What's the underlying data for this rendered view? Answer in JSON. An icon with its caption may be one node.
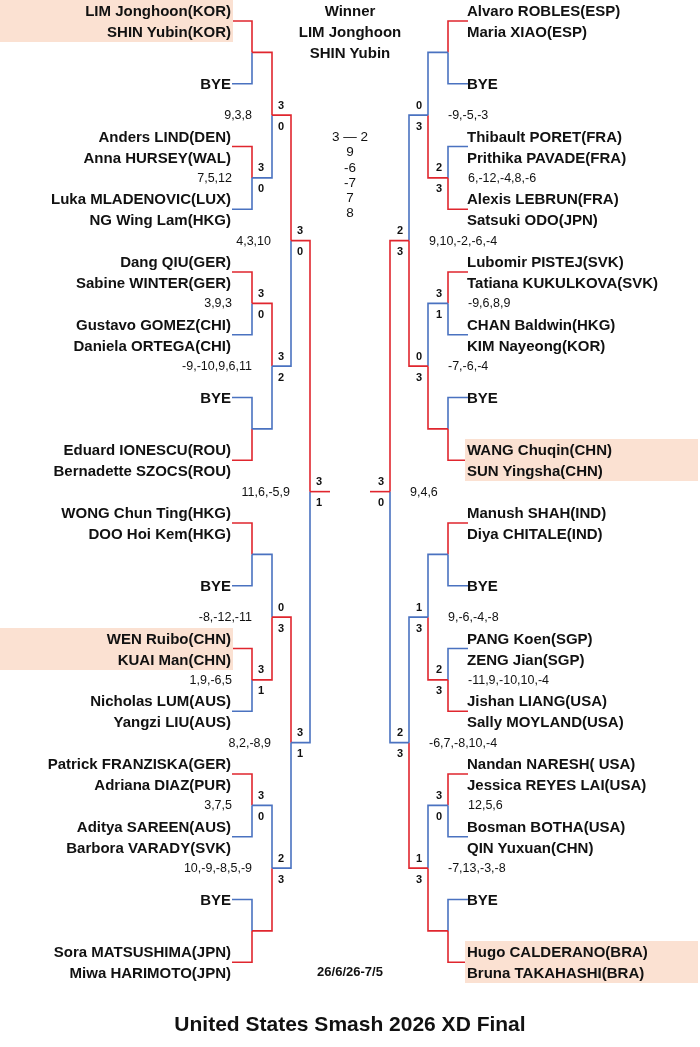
{
  "diagram": {
    "title": "United States Smash 2026 XD Final",
    "nodes": [
      {
        "text": [
          "LIM Jonghoon(KOR)",
          "SHIN Yubin(KOR)"
        ]
      },
      {
        "text": [
          "BYE"
        ]
      },
      {
        "text": [
          "Anders LIND(DEN)",
          "Anna HURSEY(WAL)"
        ]
      },
      {
        "text": [
          "Luka MLADENOVIC(LUX)",
          "NG Wing Lam(HKG)"
        ]
      },
      {
        "text": [
          "Dang QIU(GER)",
          "Sabine WINTER(GER)"
        ]
      },
      {
        "text": [
          "Gustavo GOMEZ(CHI)",
          "Daniela ORTEGA(CHI)"
        ]
      },
      {
        "text": [
          "BYE"
        ]
      },
      {
        "text": [
          "Eduard IONESCU(ROU)",
          "Bernadette SZOCS(ROU)"
        ]
      },
      {
        "text": [
          "WONG Chun Ting(HKG)",
          "DOO Hoi Kem(HKG)"
        ]
      },
      {
        "text": [
          "BYE"
        ]
      },
      {
        "text": [
          "WEN Ruibo(CHN)",
          "KUAI Man(CHN)"
        ]
      },
      {
        "text": [
          "Nicholas LUM(AUS)",
          "Yangzi LIU(AUS)"
        ]
      },
      {
        "text": [
          "Patrick FRANZISKA(GER)",
          "Adriana DIAZ(PUR)"
        ]
      },
      {
        "text": [
          "Aditya SAREEN(AUS)",
          "Barbora VARADY(SVK)"
        ]
      },
      {
        "text": [
          "BYE"
        ]
      },
      {
        "text": [
          "Sora MATSUSHIMA(JPN)",
          "Miwa HARIMOTO(JPN)"
        ]
      },
      {
        "text": [
          "Alvaro ROBLES(ESP)",
          "Maria XIAO(ESP)"
        ]
      },
      {
        "text": [
          "BYE"
        ]
      },
      {
        "text": [
          "Thibault PORET(FRA)",
          "Prithika PAVADE(FRA)"
        ]
      },
      {
        "text": [
          "Alexis LEBRUN(FRA)",
          "Satsuki ODO(JPN)"
        ]
      },
      {
        "text": [
          "Lubomir PISTEJ(SVK)",
          "Tatiana KUKULKOVA(SVK)"
        ]
      },
      {
        "text": [
          "CHAN Baldwin(HKG)",
          "KIM Nayeong(KOR)"
        ]
      },
      {
        "text": [
          "BYE"
        ]
      },
      {
        "text": [
          "WANG Chuqin(CHN)",
          "SUN Yingsha(CHN)"
        ]
      },
      {
        "text": [
          "Manush SHAH(IND)",
          "Diya CHITALE(IND)"
        ]
      },
      {
        "text": [
          "BYE"
        ]
      },
      {
        "text": [
          "PANG Koen(SGP)",
          "ZENG Jian(SGP)"
        ]
      },
      {
        "text": [
          "Jishan LIANG(USA)",
          "Sally MOYLAND(USA)"
        ]
      },
      {
        "text": [
          "Nandan NARESH( USA)",
          "Jessica REYES LAI(USA)"
        ]
      },
      {
        "text": [
          "Bosman BOTHA(USA)",
          "QIN Yuxuan(CHN)"
        ]
      },
      {
        "text": [
          "BYE"
        ]
      },
      {
        "text": [
          "Hugo CALDERANO(BRA)",
          "Bruna TAKAHASHI(BRA)"
        ]
      }
    ],
    "labels": [
      "Winner",
      "LIM Jonghoon",
      "SHIN Yubin",
      "3 — 2",
      "9",
      "-6",
      "-7",
      "7",
      "8",
      "3",
      "0",
      "7,5,12",
      "3",
      "0",
      "3,9,3",
      "3",
      "1",
      "1,9,-6,5",
      "3",
      "0",
      "3,7,5",
      "3",
      "0",
      "9,3,8",
      "3",
      "2",
      "-9,-10,9,6,11",
      "0",
      "3",
      "-8,-12,-11",
      "2",
      "3",
      "10,-9,-8,5,-9",
      "3",
      "0",
      "4,3,10",
      "3",
      "1",
      "8,2,-8,9",
      "3",
      "1",
      "11,6,-5,9",
      "2",
      "3",
      "6,-12,-4,8,-6",
      "3",
      "1",
      "-9,6,8,9",
      "2",
      "3",
      "-11,9,-10,10,-4",
      "3",
      "0",
      "12,5,6",
      "0",
      "3",
      "-9,-5,-3",
      "0",
      "3",
      "-7,-6,-4",
      "1",
      "3",
      "9,-6,-4,-8",
      "1",
      "3",
      "-7,13,-3,-8",
      "2",
      "3",
      "9,10,-2,-6,-4",
      "2",
      "3",
      "-6,7,-8,10,-4",
      "3",
      "0",
      "9,4,6",
      "26/6/26-7/5"
    ]
  }
}
